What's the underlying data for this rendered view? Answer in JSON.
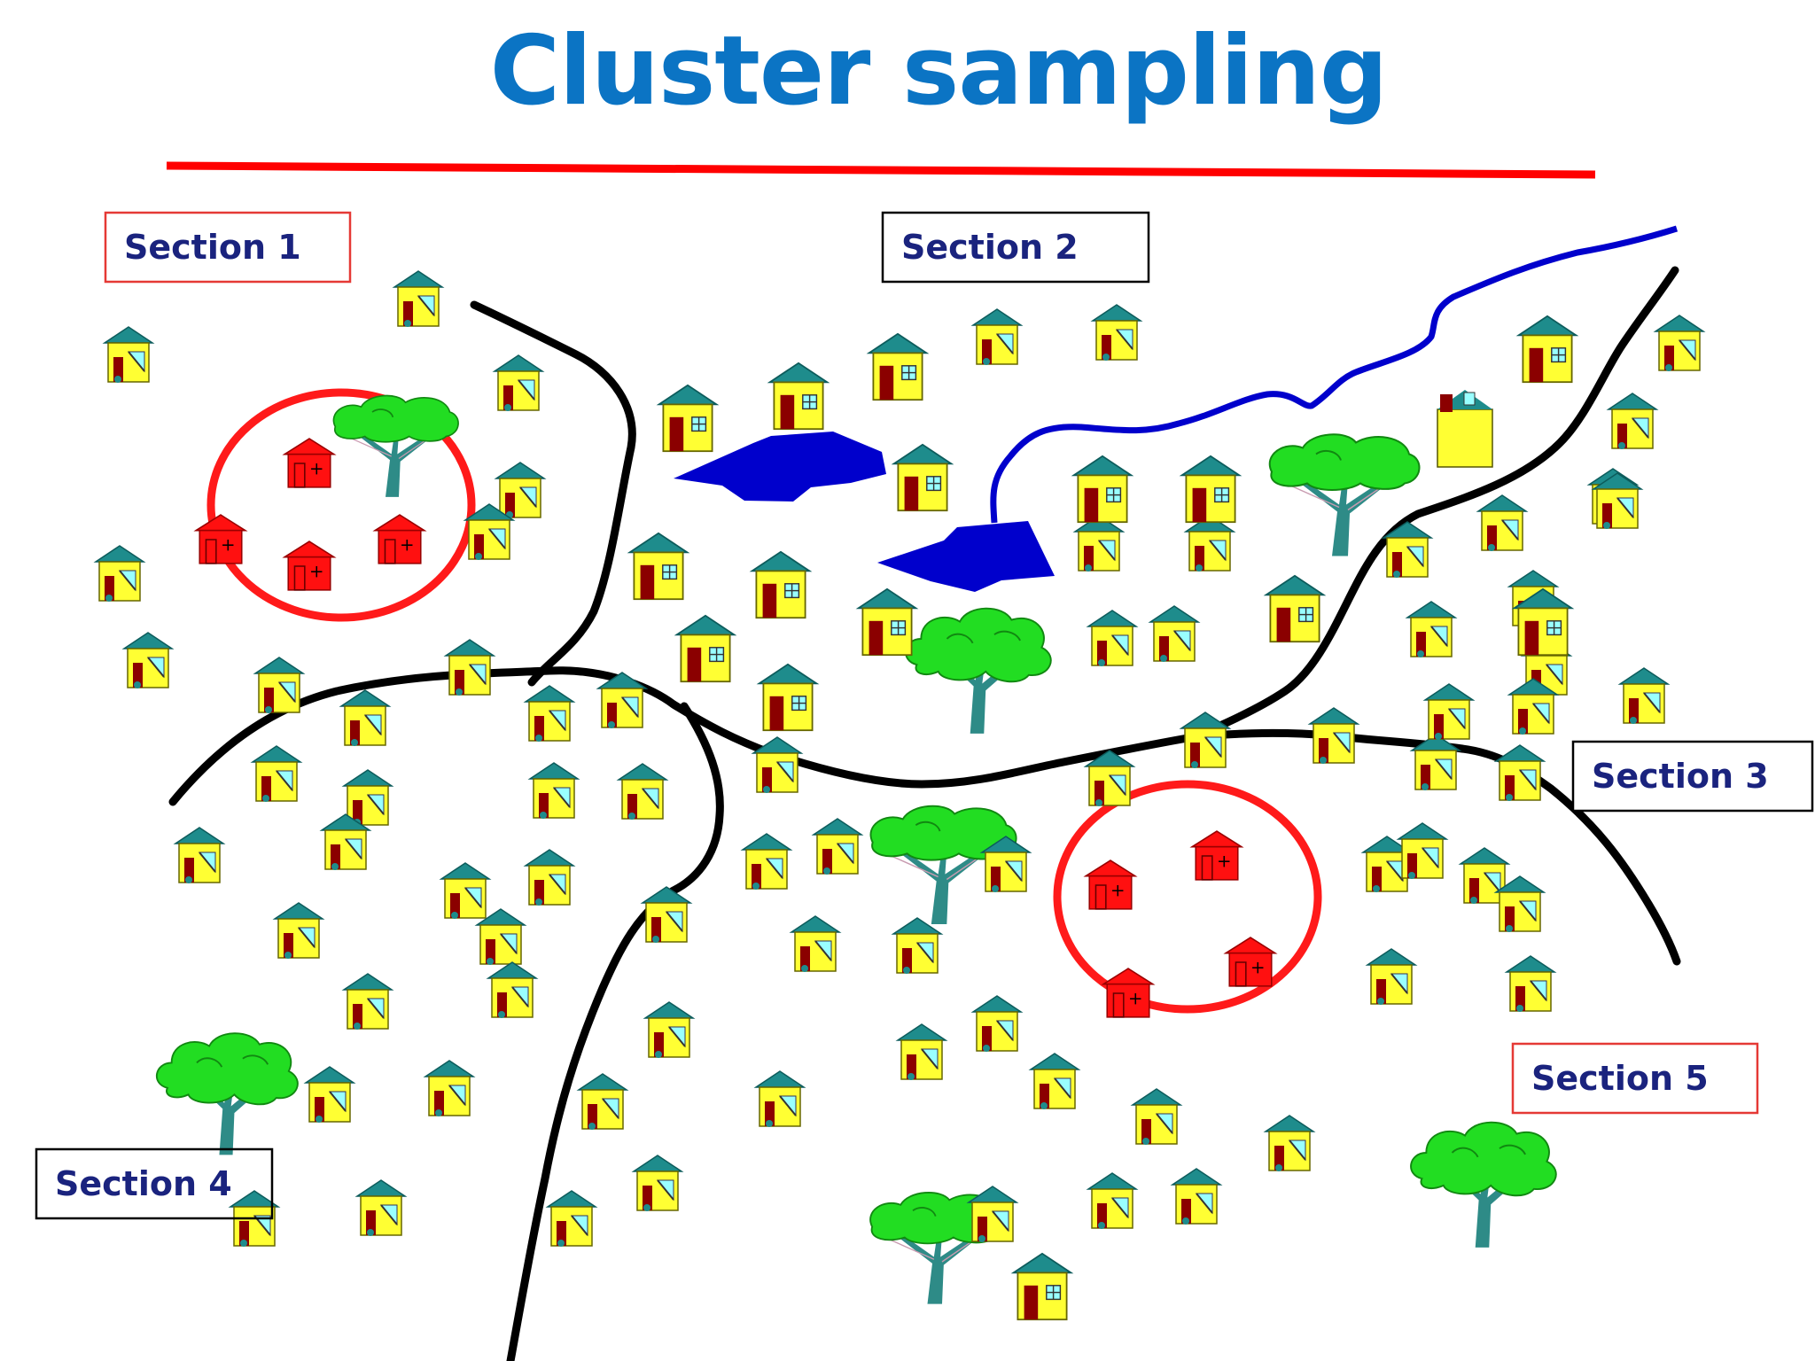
{
  "title": "Cluster sampling",
  "sections": [
    {
      "label": "Section 1",
      "border": "#e53935"
    },
    {
      "label": "Section 2",
      "border": "#000000"
    },
    {
      "label": "Section 3",
      "border": "#000000"
    },
    {
      "label": "Section 4",
      "border": "#000000"
    },
    {
      "label": "Section 5",
      "border": "#e53935"
    }
  ],
  "colors": {
    "title": "#0b74c4",
    "underline": "#ff0000",
    "cluster_circle": "#ff1a1a",
    "house_wall": "#ffff33",
    "house_roof": "#1e8c8c",
    "house_door": "#8b0000",
    "sampled_house": "#ff1010",
    "boundary": "#000000",
    "water": "#0000cc",
    "tree_canopy": "#22dd22",
    "tree_trunk": "#2e8b87"
  },
  "icons": [
    "house-icon",
    "tree-icon",
    "lake-icon",
    "river-icon"
  ]
}
